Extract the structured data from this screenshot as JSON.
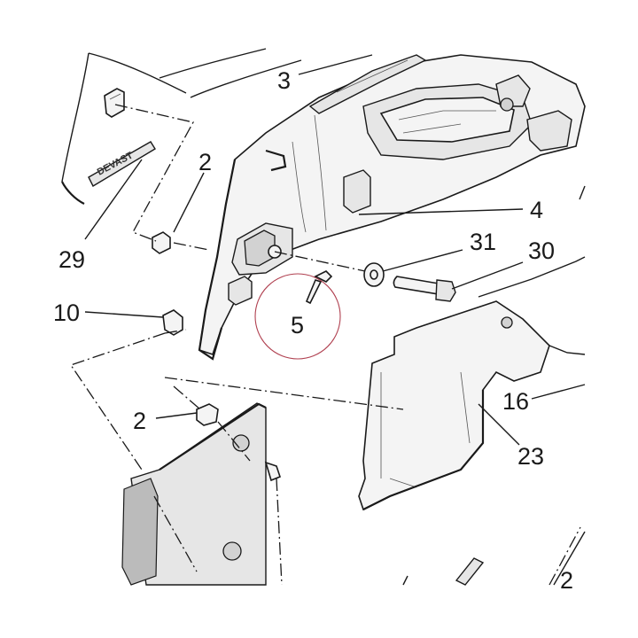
{
  "callouts": {
    "c3": "3",
    "c2_top": "2",
    "c4": "4",
    "c29": "29",
    "c31": "31",
    "c30": "30",
    "c10": "10",
    "c5": "5",
    "c16": "16",
    "c2_mid": "2",
    "c23": "23",
    "c2_bottom": "2"
  },
  "emblem_text": "DEVAST",
  "colors": {
    "line": "#1a1a1a",
    "highlight_circle": "#b04050",
    "fill_light": "#f4f4f4",
    "fill_mid": "#e6e6e6",
    "fill_dark": "#d2d2d2"
  }
}
